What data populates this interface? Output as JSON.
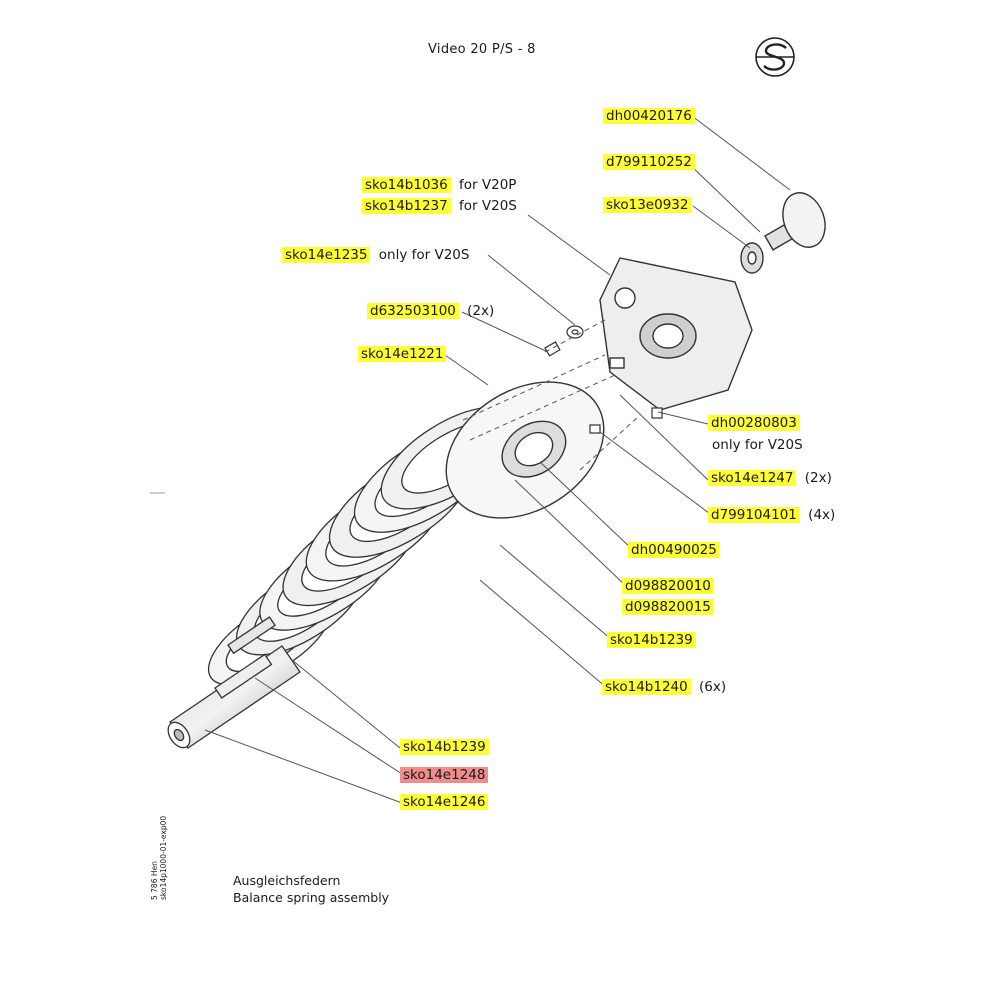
{
  "title": "Video 20 P/S - 8",
  "caption": {
    "german": "Ausgleichsfedern",
    "english": "Balance spring assembly"
  },
  "side_note": {
    "line1": "5 786    Hen",
    "line2": "sko14p1000-01-exp00"
  },
  "highlight_colors": {
    "part_number": "#ffff33",
    "selected_part_number": "#f08c8c"
  },
  "part_labels": [
    {
      "part": "dh00420176",
      "suffix": ""
    },
    {
      "part": "d799110252",
      "suffix": ""
    },
    {
      "part": "sko14b1036",
      "suffix": "for  V20P"
    },
    {
      "part": "sko14b1237",
      "suffix": "for  V20S"
    },
    {
      "part": "sko13e0932",
      "suffix": ""
    },
    {
      "part": "sko14e1235",
      "suffix": "only  for  V20S"
    },
    {
      "part": "d632503100",
      "suffix": "(2x)"
    },
    {
      "part": "sko14e1221",
      "suffix": ""
    },
    {
      "part": "dh00280803",
      "suffix": ""
    },
    {
      "part": "",
      "suffix": "only  for  V20S"
    },
    {
      "part": "sko14e1247",
      "suffix": "(2x)"
    },
    {
      "part": "d799104101",
      "suffix": "(4x)"
    },
    {
      "part": "dh00490025",
      "suffix": ""
    },
    {
      "part": "d098820010",
      "suffix": ""
    },
    {
      "part": "d098820015",
      "suffix": ""
    },
    {
      "part": "sko14b1239",
      "suffix": ""
    },
    {
      "part": "sko14b1240",
      "suffix": "(6x)"
    },
    {
      "part": "sko14b1239",
      "suffix": ""
    },
    {
      "part": "sko14e1248",
      "suffix": "",
      "selected": true
    },
    {
      "part": "sko14e1246",
      "suffix": ""
    }
  ]
}
